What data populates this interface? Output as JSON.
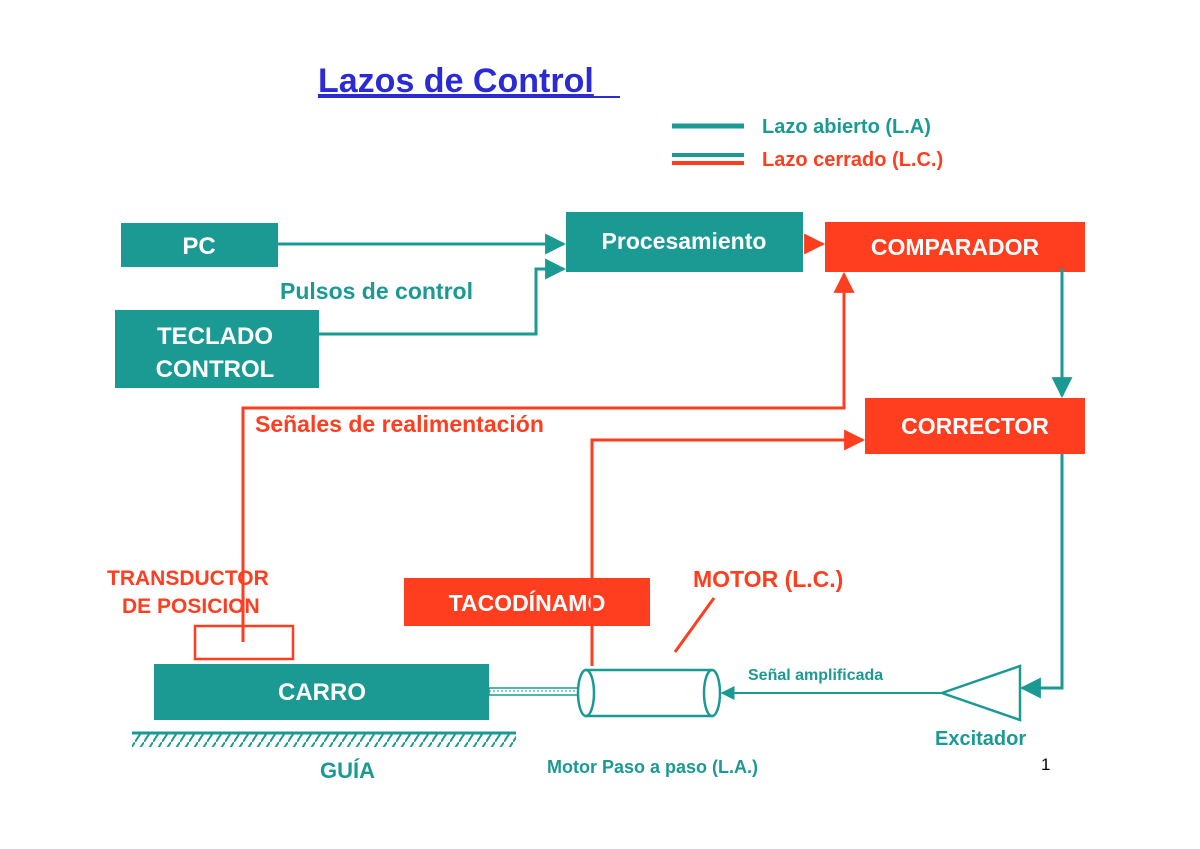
{
  "title": "Lazos de Control",
  "legend": {
    "open_loop": "Lazo abierto (L.A)",
    "closed_loop": "Lazo cerrado (L.C.)"
  },
  "blocks": {
    "pc": "PC",
    "teclado_line1": "TECLADO",
    "teclado_line2": "CONTROL",
    "procesamiento": "Procesamiento",
    "comparador": "COMPARADOR",
    "corrector": "CORRECTOR",
    "tacodinamo": "TACODÍNAMO",
    "carro": "CARRO"
  },
  "labels": {
    "pulsos": "Pulsos de control",
    "senales": "Señales de realimentación",
    "transductor_line1": "TRANSDUCTOR",
    "transductor_line2": "DE POSICION",
    "motor_lc": "MOTOR  (L.C.)",
    "senal_amplificada": "Señal amplificada",
    "excitador": "Excitador",
    "motor_paso": "Motor Paso a paso (L.A.)",
    "guia": "GUÍA",
    "page_number": "1"
  },
  "colors": {
    "open_loop": "#1b9a93",
    "closed_loop": "#ff3d1f",
    "title": "#2b2bd6"
  }
}
